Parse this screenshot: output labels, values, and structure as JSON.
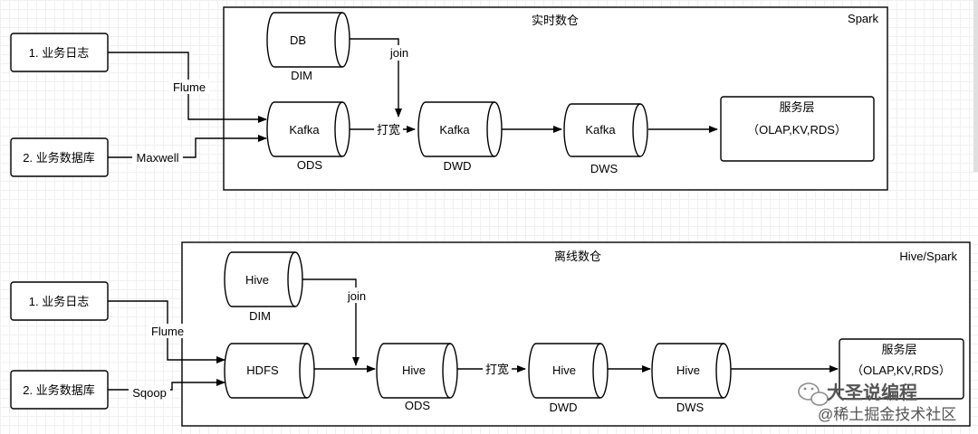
{
  "realtime": {
    "title": "实时数仓",
    "engine": "Spark",
    "sources": {
      "log": "1. 业务日志",
      "db": "2. 业务数据库"
    },
    "collectors": {
      "log": "Flume",
      "db": "Maxwell"
    },
    "dim_store": "DB",
    "dim_label": "DIM",
    "join_label": "join",
    "widen_label": "打宽",
    "ods_store": "Kafka",
    "ods_label": "ODS",
    "dwd_store": "Kafka",
    "dwd_label": "DWD",
    "dws_store": "Kafka",
    "dws_label": "DWS",
    "service_title": "服务层",
    "service_detail": "（OLAP,KV,RDS）"
  },
  "offline": {
    "title": "离线数仓",
    "engine": "Hive/Spark",
    "sources": {
      "log": "1. 业务日志",
      "db": "2. 业务数据库"
    },
    "collectors": {
      "log": "Flume",
      "db": "Sqoop"
    },
    "dim_store": "Hive",
    "dim_label": "DIM",
    "join_label": "join",
    "widen_label": "打宽",
    "hdfs_store": "HDFS",
    "ods_store": "Hive",
    "ods_label": "ODS",
    "dwd_store": "Hive",
    "dwd_label": "DWD",
    "dws_store": "Hive",
    "dws_label": "DWS",
    "service_title": "服务层",
    "service_detail": "（OLAP,KV,RDS）"
  },
  "watermark": {
    "account": "大圣说编程",
    "site": "@稀土掘金技术社区"
  },
  "icons": {
    "watermark": "wechat-icon"
  }
}
